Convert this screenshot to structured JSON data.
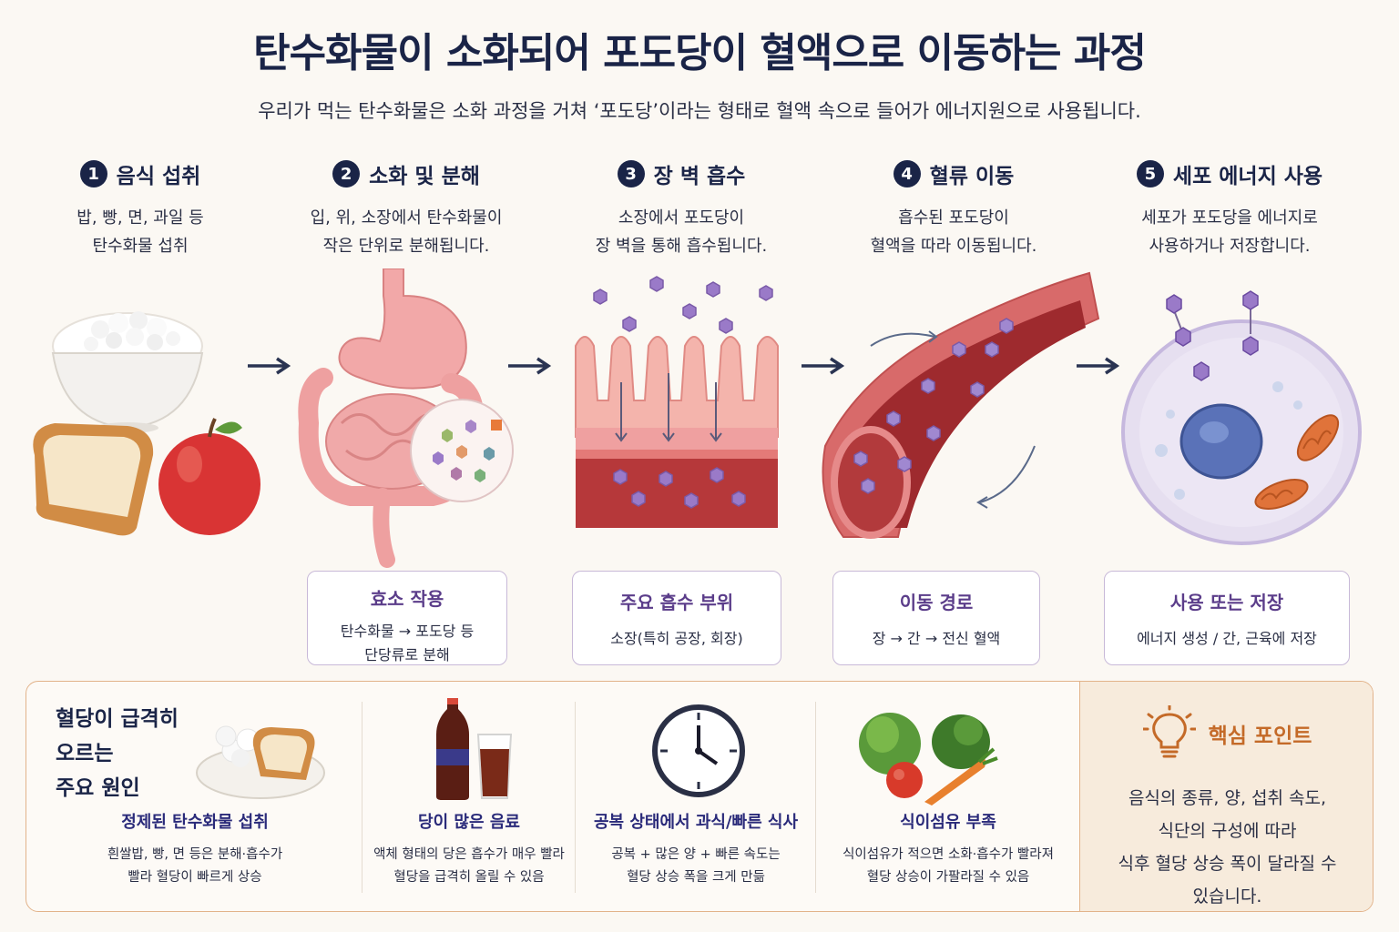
{
  "title": "탄수화물이 소화되어 포도당이 혈액으로 이동하는 과정",
  "subtitle": "우리가 먹는 탄수화물은 소화 과정을 거쳐 ‘포도당’이라는 형태로 혈액 속으로 들어가 에너지원으로 사용됩니다.",
  "steps": [
    {
      "num": "1",
      "title": "음식 섭취",
      "desc1": "밥, 빵, 면, 과일 등",
      "desc2": "탄수화물 섭취"
    },
    {
      "num": "2",
      "title": "소화 및 분해",
      "desc1": "입, 위, 소장에서 탄수화물이",
      "desc2": "작은 단위로 분해됩니다."
    },
    {
      "num": "3",
      "title": "장 벽 흡수",
      "desc1": "소장에서 포도당이",
      "desc2": "장 벽을 통해 흡수됩니다."
    },
    {
      "num": "4",
      "title": "혈류 이동",
      "desc1": "흡수된 포도당이",
      "desc2": "혈액을 따라 이동됩니다."
    },
    {
      "num": "5",
      "title": "세포 에너지 사용",
      "desc1": "세포가 포도당을 에너지로",
      "desc2": "사용하거나 저장합니다."
    }
  ],
  "info_boxes": [
    {
      "title": "효소 작용",
      "desc1": "탄수화물 → 포도당 등",
      "desc2": "단당류로 분해"
    },
    {
      "title": "주요 흡수 부위",
      "desc1": "소장(특히 공장, 회장)",
      "desc2": ""
    },
    {
      "title": "이동 경로",
      "desc1": "장 → 간 → 전신 혈액",
      "desc2": ""
    },
    {
      "title": "사용 또는 저장",
      "desc1": "에너지 생성 / 간, 근육에 저장",
      "desc2": ""
    }
  ],
  "causes_header": {
    "line1": "혈당이 급격히",
    "line2": "오르는",
    "line3": "주요 원인"
  },
  "causes": [
    {
      "title": "정제된 탄수화물 섭취",
      "desc1": "흰쌀밥, 빵, 면 등은 분해·흡수가",
      "desc2": "빨라 혈당이 빠르게 상승"
    },
    {
      "title": "당이 많은 음료",
      "desc1": "액체 형태의 당은 흡수가 매우 빨라",
      "desc2": "혈당을 급격히 올릴 수 있음"
    },
    {
      "title": "공복 상태에서 과식/빠른 식사",
      "desc1": "공복 + 많은 양 + 빠른 속도는",
      "desc2": "혈당 상승 폭을 크게 만듦"
    },
    {
      "title": "식이섬유 부족",
      "desc1": "식이섬유가 적으면 소화·흡수가 빨라져",
      "desc2": "혈당 상승이 가팔라질 수 있음"
    }
  ],
  "key_point": {
    "title": "핵심 포인트",
    "line1": "음식의 종류, 양, 섭취 속도,",
    "line2": "식단의 구성에 따라",
    "line3": "식후 혈당 상승 폭이 달라질 수",
    "line4": "있습니다."
  },
  "icons": [
    "rice-bowl-icon",
    "bread-icon",
    "apple-icon",
    "stomach-icon",
    "intestine-icon",
    "villi-icon",
    "blood-vessel-icon",
    "cell-icon",
    "cola-icon",
    "clock-icon",
    "vegetables-icon",
    "lightbulb-icon",
    "arrow-right-icon"
  ],
  "colors": {
    "navy": "#1a2447",
    "purple": "#5b3d8a",
    "glucose": "#9a7ac8",
    "orange": "#c46a28",
    "tissue": "#e99a9a"
  }
}
